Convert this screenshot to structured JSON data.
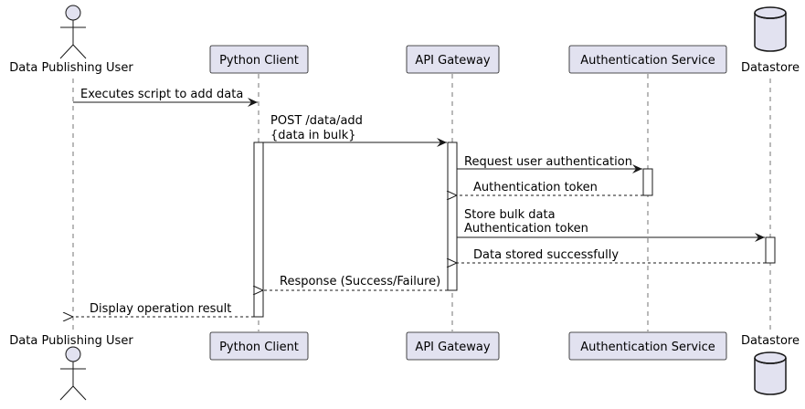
{
  "participants": {
    "user": {
      "label": "Data Publishing User",
      "icon": "actor-icon"
    },
    "client": {
      "label": "Python Client"
    },
    "gateway": {
      "label": "API Gateway"
    },
    "auth": {
      "label": "Authentication Service"
    },
    "store": {
      "label": "Datastore",
      "icon": "database-icon"
    }
  },
  "messages": {
    "m1": {
      "line1": "Executes script to add data"
    },
    "m2": {
      "line1": "POST /data/add",
      "line2": "{data in bulk}"
    },
    "m3": {
      "line1": "Request user authentication"
    },
    "m4": {
      "line1": "Authentication token"
    },
    "m5": {
      "line1": "Store bulk data",
      "line2": "Authentication token"
    },
    "m6": {
      "line1": "Data stored successfully"
    },
    "m7": {
      "line1": "Response (Success/Failure)"
    },
    "m8": {
      "line1": "Display operation result"
    }
  },
  "colors": {
    "participant_fill": "#e2e2f0",
    "participant_stroke": "#181818",
    "lifeline": "#181818",
    "activation_fill": "#ffffff"
  }
}
